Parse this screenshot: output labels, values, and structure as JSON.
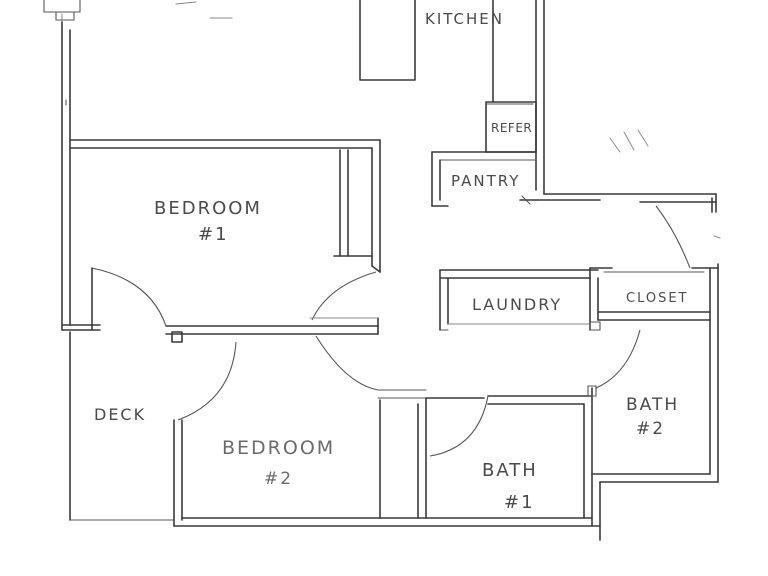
{
  "rooms": {
    "kitchen": "KITCHEN",
    "refer": "REFER",
    "pantry": "PANTRY",
    "bedroom1": "BEDROOM",
    "bedroom1_num": "#1",
    "laundry": "LAUNDRY",
    "closet": "CLOSET",
    "deck": "DECK",
    "bedroom2": "BEDROOM",
    "bedroom2_num": "#2",
    "bath1": "BATH",
    "bath1_num": "#1",
    "bath2": "BATH",
    "bath2_num": "#2"
  },
  "colors": {
    "ink": "#3a3a3a",
    "paper": "#ffffff"
  }
}
